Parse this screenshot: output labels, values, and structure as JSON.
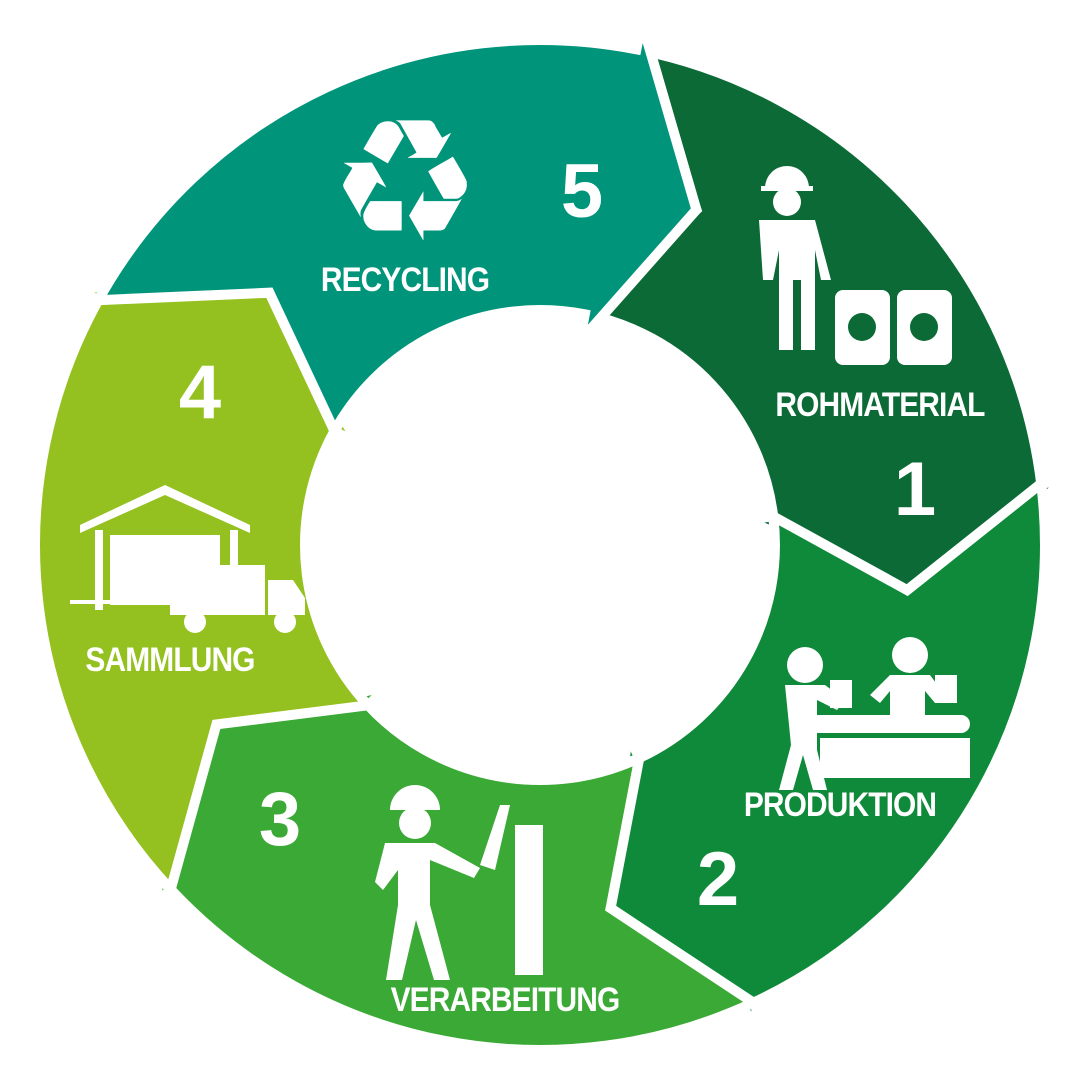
{
  "diagram": {
    "type": "circular-process",
    "steps": [
      {
        "number": "1",
        "label": "ROHMATERIAL",
        "icon": "worker-with-barrels-icon",
        "color": "#0b6a35"
      },
      {
        "number": "2",
        "label": "PRODUKTION",
        "icon": "assembly-line-workers-icon",
        "color": "#0f8a3a"
      },
      {
        "number": "3",
        "label": "VERARBEITUNG",
        "icon": "welder-icon",
        "color": "#3ba935"
      },
      {
        "number": "4",
        "label": "SAMMLUNG",
        "icon": "warehouse-truck-icon",
        "color": "#94c11f"
      },
      {
        "number": "5",
        "label": "RECYCLING",
        "icon": "recycle-icon",
        "color": "#00957a"
      }
    ]
  }
}
